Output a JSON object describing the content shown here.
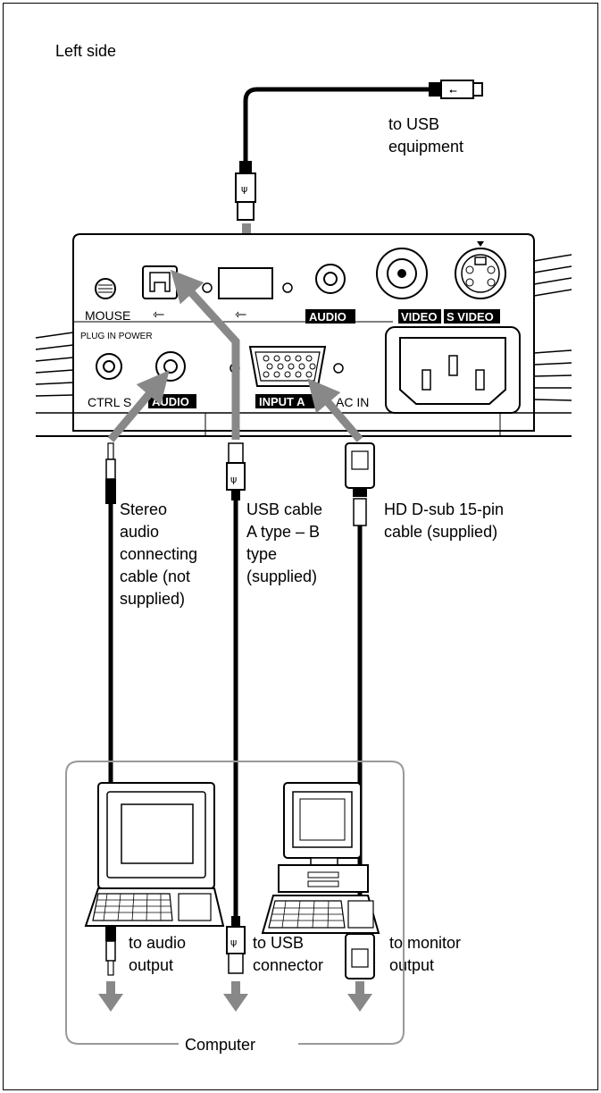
{
  "header": {
    "side_label": "Left side"
  },
  "usb_equipment": {
    "line1": "to USB",
    "line2": "equipment"
  },
  "panel": {
    "mouse": "MOUSE",
    "audio_top": "AUDIO",
    "video": "VIDEO",
    "s_video": "S VIDEO",
    "plug_in_power": "PLUG IN POWER",
    "ctrl_s": "CTRL S",
    "audio_bottom": "AUDIO",
    "input_a": "INPUT A",
    "ac_in": "AC IN"
  },
  "cables": {
    "stereo": [
      "Stereo",
      "audio",
      "connecting",
      "cable (not",
      "supplied)"
    ],
    "usb": [
      "USB cable",
      "A type – B",
      "type",
      "(supplied)"
    ],
    "hd": [
      "HD D-sub 15-pin",
      "cable (supplied)"
    ]
  },
  "outputs": {
    "audio": [
      "to audio",
      "output"
    ],
    "usb": [
      "to USB",
      "connector"
    ],
    "monitor": [
      "to monitor",
      "output"
    ]
  },
  "computer": {
    "label": "Computer"
  },
  "icons": [
    "usb-icon",
    "laptop-icon",
    "desktop-computer-icon",
    "arrow-down-icon",
    "arrow-up-icon"
  ]
}
